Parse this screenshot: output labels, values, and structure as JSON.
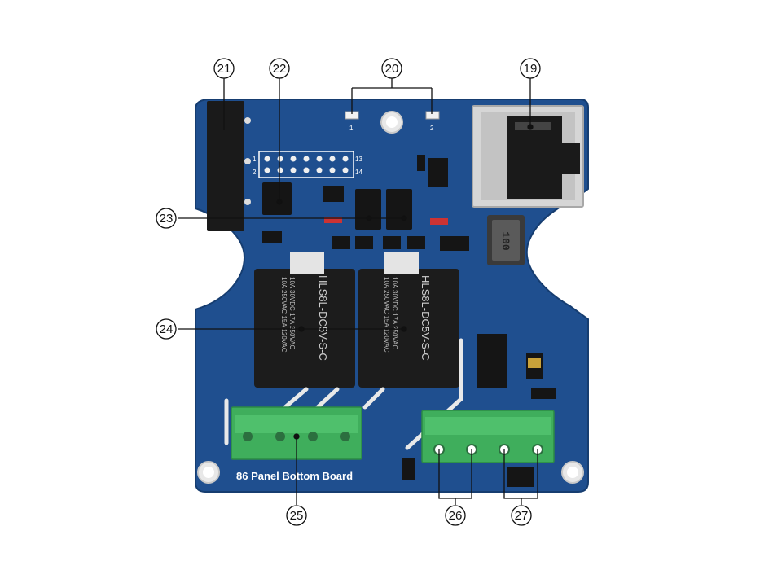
{
  "board": {
    "label": "86 Panel Bottom Board",
    "pcb_color": "#1f4f8f",
    "pcb_edge_color": "#163d70",
    "terminal_color": "#3fae5c",
    "relay_color": "#1c1c1c"
  },
  "relays": [
    {
      "model": "HLS8L-DC5V-S-C",
      "rating_line1": "10A 250VAC 15A 120VAC",
      "rating_line2": "10A 30VDC 17A 250VAC"
    },
    {
      "model": "HLS8L-DC5V-S-C",
      "rating_line1": "10A 250VAC 15A 120VAC",
      "rating_line2": "10A 30VDC 17A 250VAC"
    }
  ],
  "silkscreen": {
    "led1": "1",
    "led2": "2",
    "header_pin_left_top": "1",
    "header_pin_left_bottom": "2",
    "header_pin_right_top": "13",
    "header_pin_right_bottom": "14"
  },
  "inductor_text": "100",
  "callouts": [
    {
      "id": "c19",
      "number": "19",
      "target": "rj45-jack"
    },
    {
      "id": "c20",
      "number": "20",
      "target": "status-leds"
    },
    {
      "id": "c21",
      "number": "21",
      "target": "side-connector"
    },
    {
      "id": "c22",
      "number": "22",
      "target": "regulator-chip"
    },
    {
      "id": "c23",
      "number": "23",
      "target": "relay-drivers"
    },
    {
      "id": "c24",
      "number": "24",
      "target": "relays"
    },
    {
      "id": "c25",
      "number": "25",
      "target": "left-terminal-block"
    },
    {
      "id": "c26",
      "number": "26",
      "target": "relay1-terminals"
    },
    {
      "id": "c27",
      "number": "27",
      "target": "relay2-terminals"
    }
  ]
}
